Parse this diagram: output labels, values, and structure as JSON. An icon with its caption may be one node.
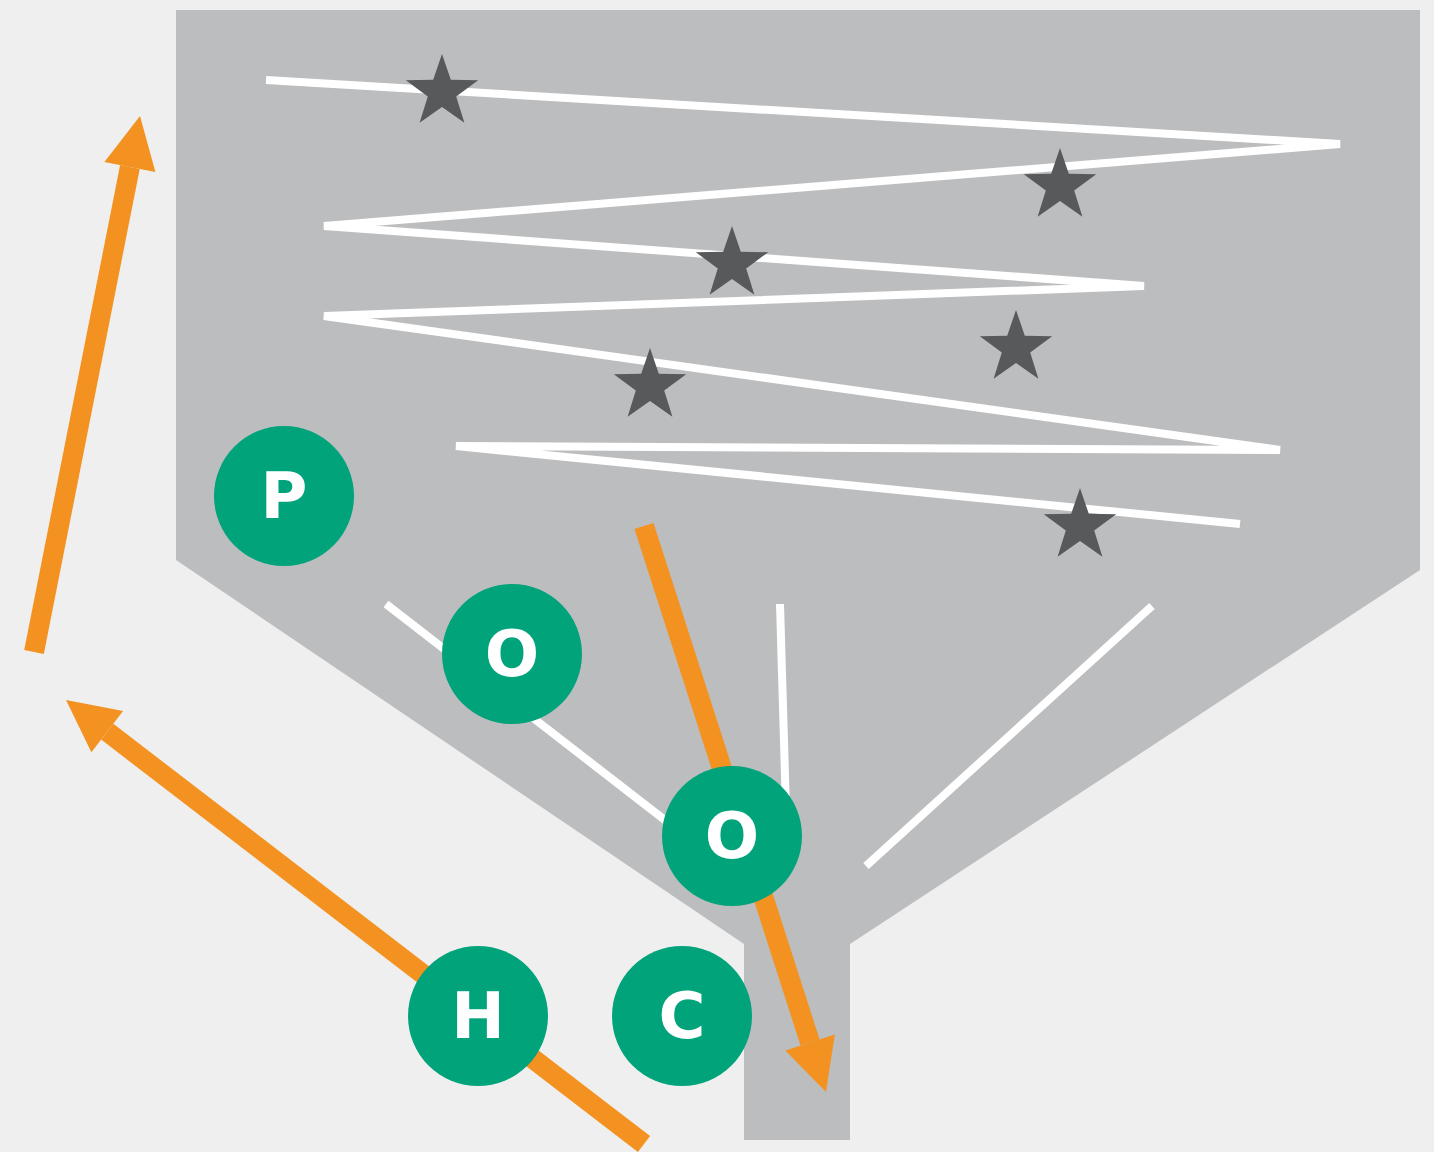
{
  "diagram": {
    "nodes": [
      {
        "text": [
          "P"
        ]
      },
      {
        "text": [
          "O"
        ]
      },
      {
        "text": [
          "O"
        ]
      },
      {
        "text": [
          "H"
        ]
      },
      {
        "text": [
          "C"
        ]
      }
    ]
  }
}
